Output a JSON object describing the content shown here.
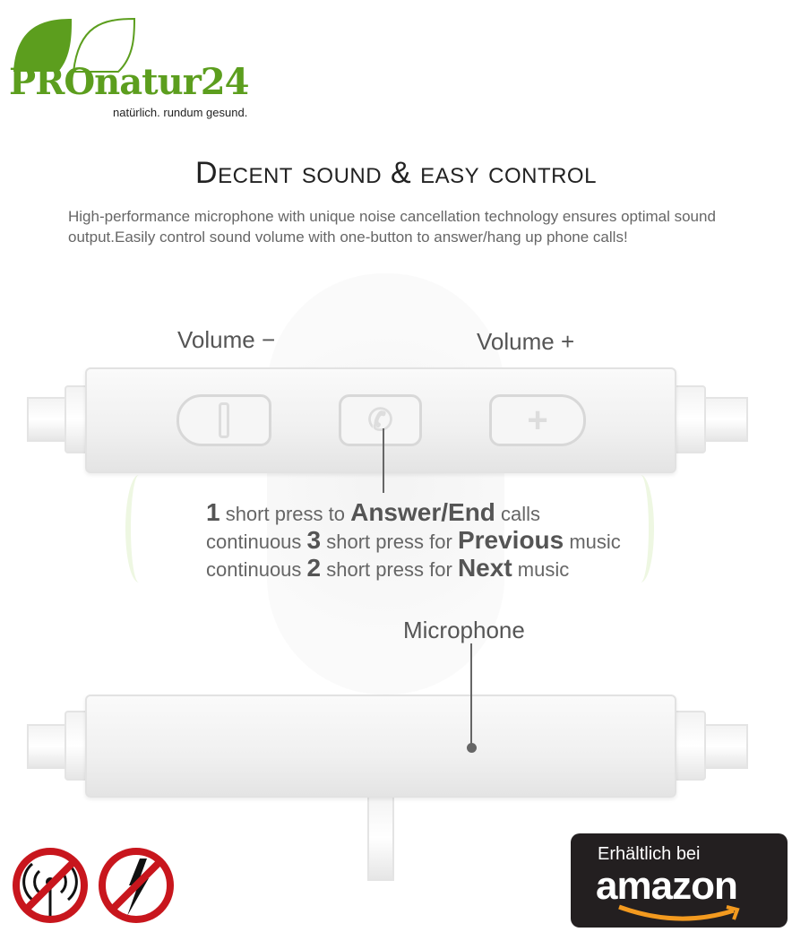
{
  "brand": {
    "name": "PROnatur24",
    "tagline": "natürlich. rundum gesund.",
    "color": "#5c9e1e"
  },
  "headline": "Decent sound & easy control",
  "description": "High-performance microphone with unique noise cancellation technology ensures optimal sound output.Easily control sound volume with one-button to answer/hang up phone calls!",
  "labels": {
    "volume_minus": "Volume −",
    "volume_plus": "Volume +",
    "microphone": "Microphone"
  },
  "instructions": [
    {
      "pre": "",
      "num": "1",
      "mid": " short press to ",
      "key": "Answer/End",
      "post": " calls"
    },
    {
      "pre": "continuous ",
      "num": "3",
      "mid": " short press for ",
      "key": "Previous",
      "post": " music"
    },
    {
      "pre": "continuous ",
      "num": "2",
      "mid": " short press for ",
      "key": "Next",
      "post": " music"
    }
  ],
  "badge": {
    "line1": "Erhältlich bei",
    "line2": "amazon"
  },
  "icons": [
    "no-radiation-icon",
    "no-electrosmog-icon"
  ]
}
